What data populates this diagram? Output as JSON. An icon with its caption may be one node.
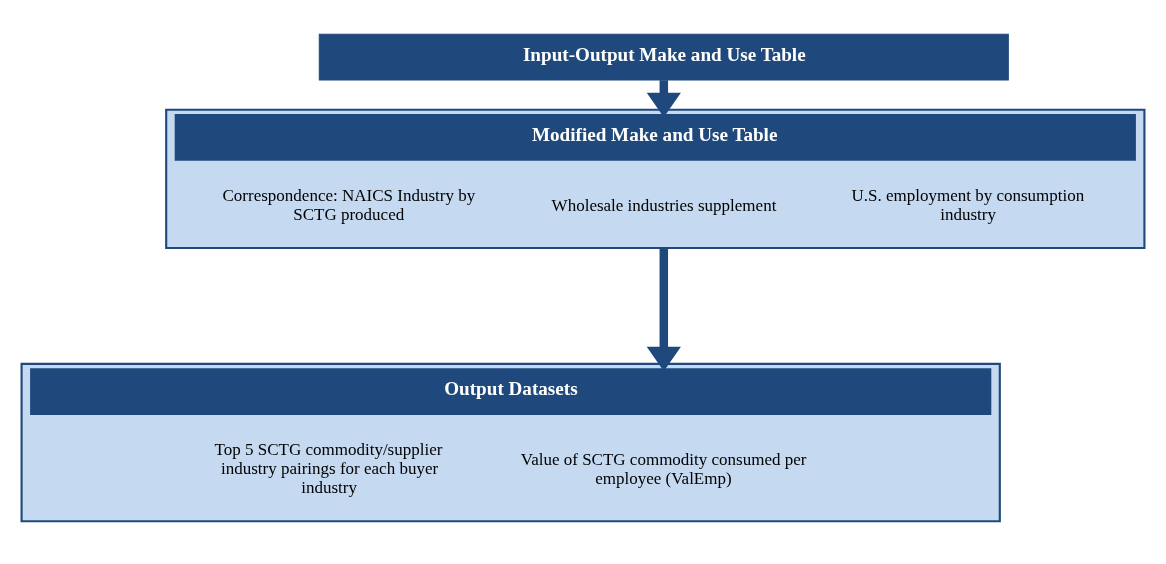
{
  "diagram": {
    "nodes": [
      {
        "text": [
          "Input-Output Make and Use Table"
        ]
      },
      {
        "text": [
          "Modified Make and Use Table"
        ]
      },
      {
        "text": [
          "Correspondence: NAICS Industry by SCTG produced"
        ],
        "in": 1
      },
      {
        "text": [
          "Wholesale industries supplement"
        ],
        "in": 1
      },
      {
        "text": [
          "U.S. employment by consumption industry"
        ],
        "in": 1
      },
      {
        "text": [
          "Output Datasets"
        ]
      },
      {
        "text": [
          "Top 5 SCTG commodity/supplier industry pairings for each buyer industry"
        ],
        "in": 5
      },
      {
        "text": [
          "Value of SCTG commodity consumed per employee (ValEmp)"
        ],
        "in": 5
      }
    ],
    "edges": [
      {
        "from": 0,
        "to": 1,
        "arrow": "to"
      },
      {
        "from": 1,
        "to": 5,
        "arrow": "to"
      }
    ]
  }
}
